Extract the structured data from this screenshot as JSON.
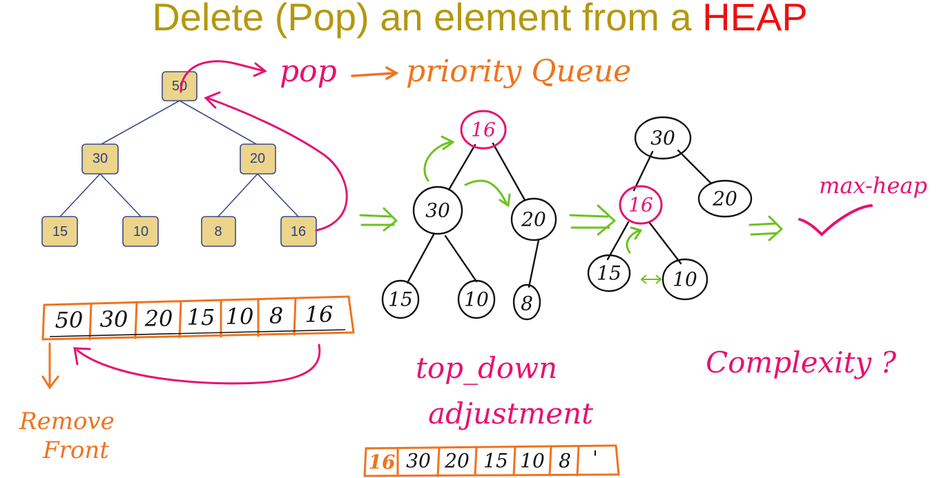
{
  "title": {
    "part1": "Delete (Pop) an element from a ",
    "part2": "HEAP"
  },
  "heap_tree": {
    "root": "50",
    "level1": [
      "30",
      "20"
    ],
    "leaves": [
      "15",
      "10",
      "8",
      "16"
    ]
  },
  "annotations": {
    "pop": "pop",
    "priority_queue": "priority Queue",
    "max_heap": "max-heap",
    "complexity": "Complexity ?",
    "top_down": "top_down",
    "adjustment": "adjustment",
    "remove": "Remove",
    "front": "Front"
  },
  "array_main": [
    "50",
    "30",
    "20",
    "15",
    "10",
    "8",
    "16"
  ],
  "array_after": [
    "16",
    "30",
    "20",
    "15",
    "10",
    "8",
    "'"
  ],
  "tree_step1": {
    "root": "16",
    "level1": [
      "30",
      "20"
    ],
    "leaves": [
      "15",
      "10",
      "8"
    ]
  },
  "tree_step2": {
    "root": "30",
    "level1": [
      "16",
      "20"
    ],
    "leaves": [
      "15",
      "10"
    ]
  },
  "colors": {
    "title": "#b5970e",
    "heap_word": "#ee1010",
    "pink": "#e8116f",
    "green": "#6cc21d",
    "orange": "#f0731d",
    "box_fill": "#ecd48a"
  }
}
